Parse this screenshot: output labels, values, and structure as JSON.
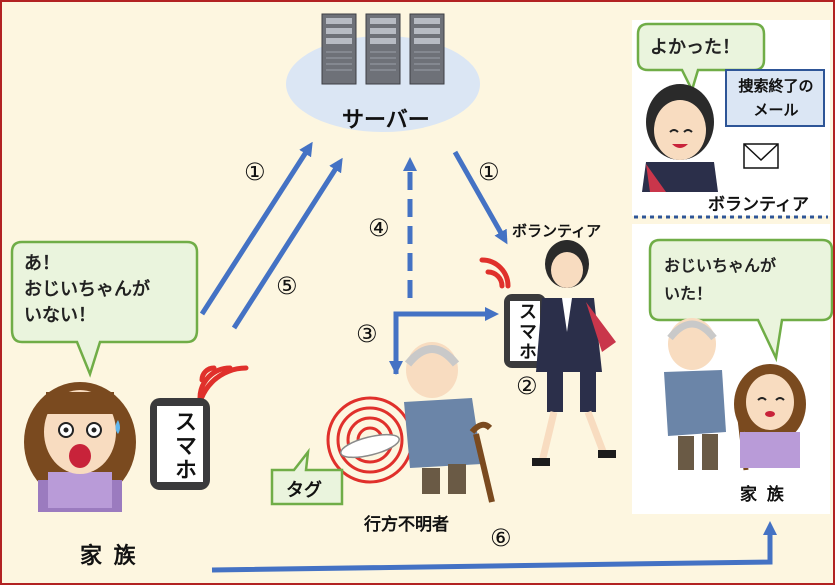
{
  "server": {
    "label": "サーバー"
  },
  "family": {
    "speech": "あ！\nおじいちゃんが\nいない！",
    "label": "家 族",
    "phone_label": "スマホ"
  },
  "volunteer": {
    "label": "ボランティア",
    "phone_label": "スマホ"
  },
  "missing_person": {
    "label": "行方不明者"
  },
  "tag": {
    "label": "タグ"
  },
  "steps": {
    "s1_left": "①",
    "s1_right": "①",
    "s2": "②",
    "s3": "③",
    "s4": "④",
    "s5": "⑤",
    "s6": "⑥"
  },
  "right_panel": {
    "top_speech": "よかった！",
    "mail_note": "捜索終了の\nメール",
    "top_label": "ボランティア",
    "bottom_speech": "おじいちゃんが\nいた！",
    "bottom_label": "家 族"
  },
  "colors": {
    "arrow": "#4472c4",
    "bubble_border": "#70ad47",
    "bubble_fill": "#eaf4dd",
    "frame_border": "#b22222",
    "background": "#fdf6e0",
    "server_ellipse": "#dbe6f4",
    "mail_note_border": "#2e5597",
    "signal": "#e0302b"
  }
}
